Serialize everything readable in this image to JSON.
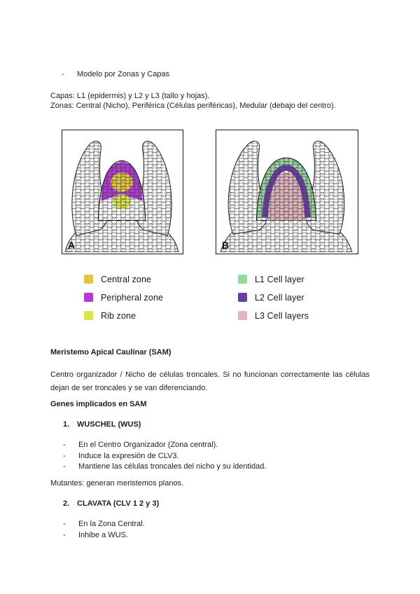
{
  "page": {
    "bullet_intro": "Modelo por Zonas y Capas",
    "capas_line": "Capas: L1 (epidermis) y L2 y L3 (tallo y hojas).",
    "zonas_line": "Zonas: Central (Nicho), Periférica (Células periféricas), Medular (debajo del centro)."
  },
  "figure": {
    "panel_a_label": "A",
    "panel_b_label": "B",
    "legend_left": [
      {
        "label": "Central zone",
        "color": "#e3c83f"
      },
      {
        "label": "Peripheral zone",
        "color": "#b13bd4"
      },
      {
        "label": "Rib zone",
        "color": "#d9e54c"
      }
    ],
    "legend_right": [
      {
        "label": "L1 Cell layer",
        "color": "#97d89f"
      },
      {
        "label": "L2 Cell layer",
        "color": "#6a3fa5"
      },
      {
        "label": "L3 Cell layers",
        "color": "#e2b6be"
      }
    ]
  },
  "sections": {
    "sam_heading": "Meristemo Apical Caulinar (SAM)",
    "sam_paragraph_lines": [
      "Centro organizador / Nicho de células troncales. Si no funcionan correctamente las células",
      "dejan de ser troncales y se van diferenciando."
    ],
    "genes_heading": "Genes implicados en SAM",
    "gene1": {
      "number": "1.",
      "name": "WUSCHEL (WUS)",
      "bullets": [
        "En el Centro Organizador (Zona central).",
        "Induce la expresión de CLV3.",
        "Mantiene las células troncales del nicho y su identidad."
      ]
    },
    "mutantes_line": "Mutantes: generan meristemos planos.",
    "gene2": {
      "number": "2.",
      "name": "CLAVATA (CLV 1 2 y 3)",
      "bullets": [
        "En la Zona Central.",
        "Inhibe a WUS."
      ]
    }
  }
}
